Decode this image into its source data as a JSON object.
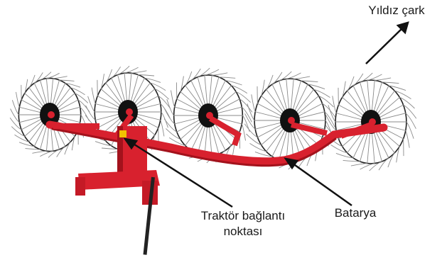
{
  "labels": {
    "star_wheel": "Yıldız çark",
    "hitch_line1": "Traktör bağlantı",
    "hitch_line2": "noktası",
    "battery": "Batarya"
  },
  "colors": {
    "frame": "#d8212e",
    "frame_dark": "#a3121c",
    "tines": "#8a8a8a",
    "hub": "#111111",
    "label_text": "#1a1a1a",
    "pointer": "#111111",
    "badge": "#f2c200"
  },
  "icons": {
    "decal": "yellow-warning-badge"
  }
}
